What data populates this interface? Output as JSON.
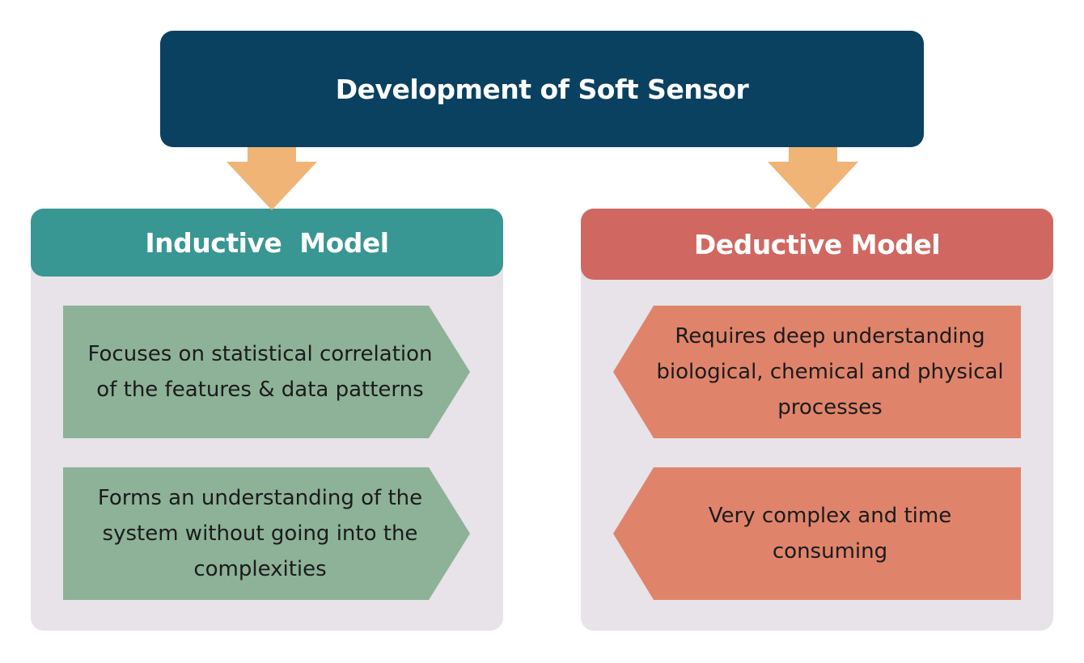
{
  "title": "Development of Soft Sensor",
  "colors": {
    "title_bg": "#0a4160",
    "arrow": "#f0b477",
    "panel_bg": "#e7e3e8",
    "inductive_header": "#389693",
    "deductive_header": "#d06761",
    "inductive_item": "#8db297",
    "deductive_item": "#df846b"
  },
  "inductive": {
    "header": "Inductive  Model",
    "items": [
      {
        "text": "Focuses on statistical correlation of the features & data patterns"
      },
      {
        "text": "Forms an understanding of the system without going into the complexities"
      }
    ]
  },
  "deductive": {
    "header": "Deductive Model",
    "items": [
      {
        "text": "Requires deep understanding biological, chemical and physical processes"
      },
      {
        "text": "Very complex and time consuming"
      }
    ]
  }
}
